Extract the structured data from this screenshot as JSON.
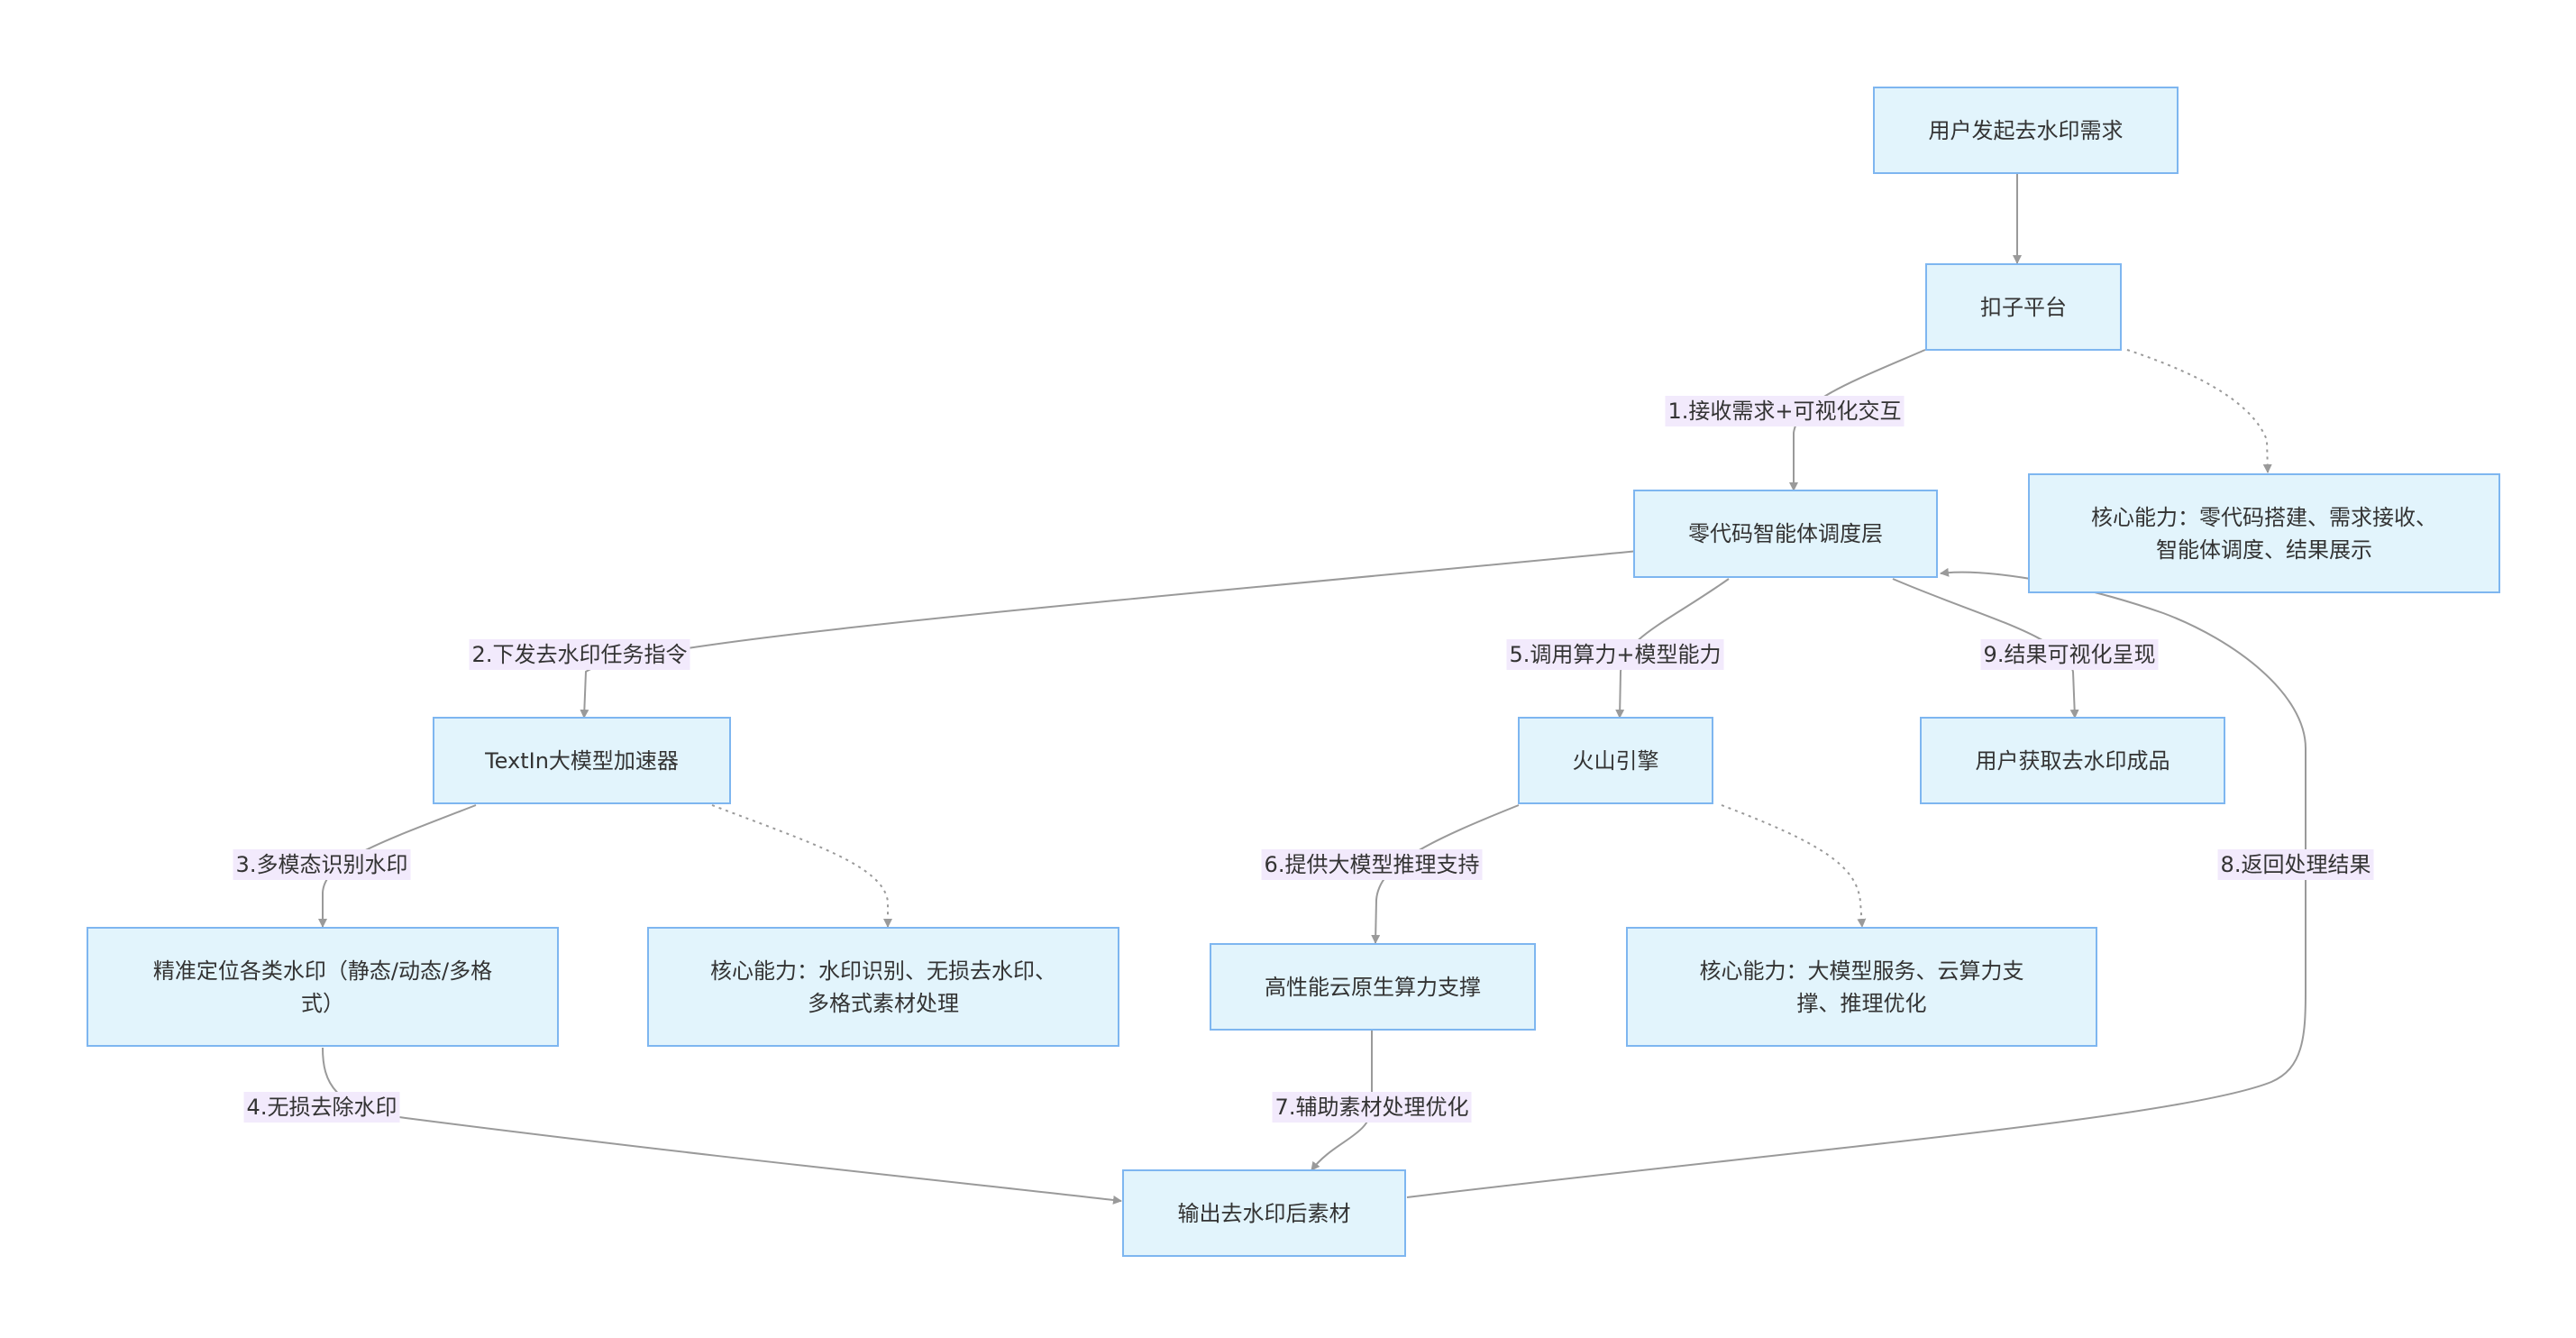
{
  "nodes": {
    "user_request": "用户发起去水印需求",
    "kouzi_platform": "扣子平台",
    "kouzi_core": "核心能力：零代码搭建、需求接收、\n智能体调度、结果展示",
    "dispatch_layer": "零代码智能体调度层",
    "textin_accelerator": "TextIn大模型加速器",
    "volcano_engine": "火山引擎",
    "user_result": "用户获取去水印成品",
    "locate_watermark": "精准定位各类水印（静态/动态/多格\n式）",
    "textin_core": "核心能力：水印识别、无损去水印、\n多格式素材处理",
    "cloud_compute": "高性能云原生算力支撑",
    "volcano_core": "核心能力：大模型服务、云算力支\n撑、推理优化",
    "output_material": "输出去水印后素材"
  },
  "edge_labels": {
    "e1": "1.接收需求+可视化交互",
    "e2": "2.下发去水印任务指令",
    "e3": "3.多模态识别水印",
    "e4": "4.无损去除水印",
    "e5": "5.调用算力+模型能力",
    "e6": "6.提供大模型推理支持",
    "e7": "7.辅助素材处理优化",
    "e8": "8.返回处理结果",
    "e9": "9.结果可视化呈现"
  },
  "colors": {
    "node_fill": "#e2f4fc",
    "node_border": "#7eb6f0",
    "edge_stroke": "#9a9a9a",
    "label_bg": "#f2eafc",
    "text": "#333333"
  }
}
